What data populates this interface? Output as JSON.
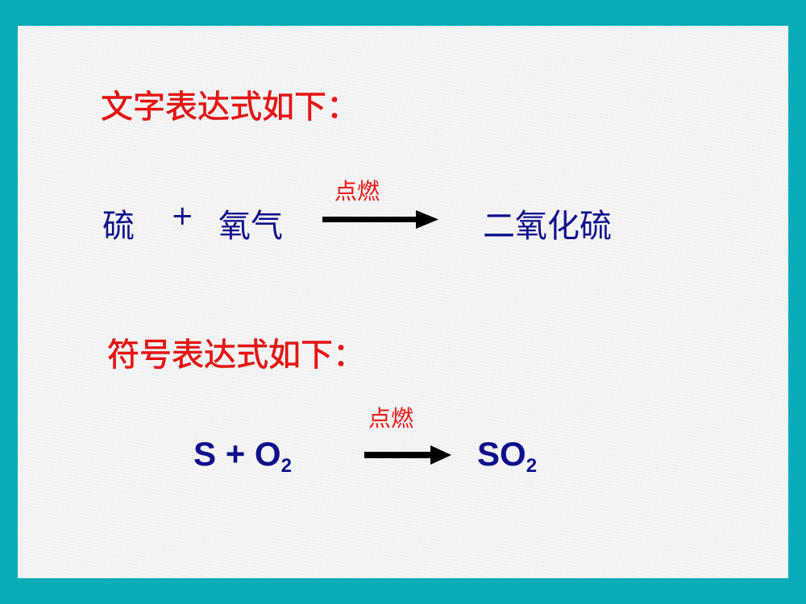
{
  "slide": {
    "colors": {
      "frame": "#0aacb8",
      "background": "#f3f3f3",
      "heading": "#f01414",
      "text": "#10108c",
      "arrow": "#000000"
    },
    "word_equation": {
      "heading": "文字表达式如下：",
      "reactant1": "硫",
      "plus": "+",
      "reactant2": "氧气",
      "condition": "点燃",
      "arrow_icon": "right-arrow",
      "product": "二氧化硫"
    },
    "symbol_equation": {
      "heading": "符号表达式如下：",
      "reactant1": "S",
      "plus": "+",
      "reactant2": {
        "symbol": "O",
        "subscript": "2"
      },
      "condition": "点燃",
      "arrow_icon": "right-arrow",
      "product": {
        "symbol": "SO",
        "subscript": "2"
      }
    }
  }
}
